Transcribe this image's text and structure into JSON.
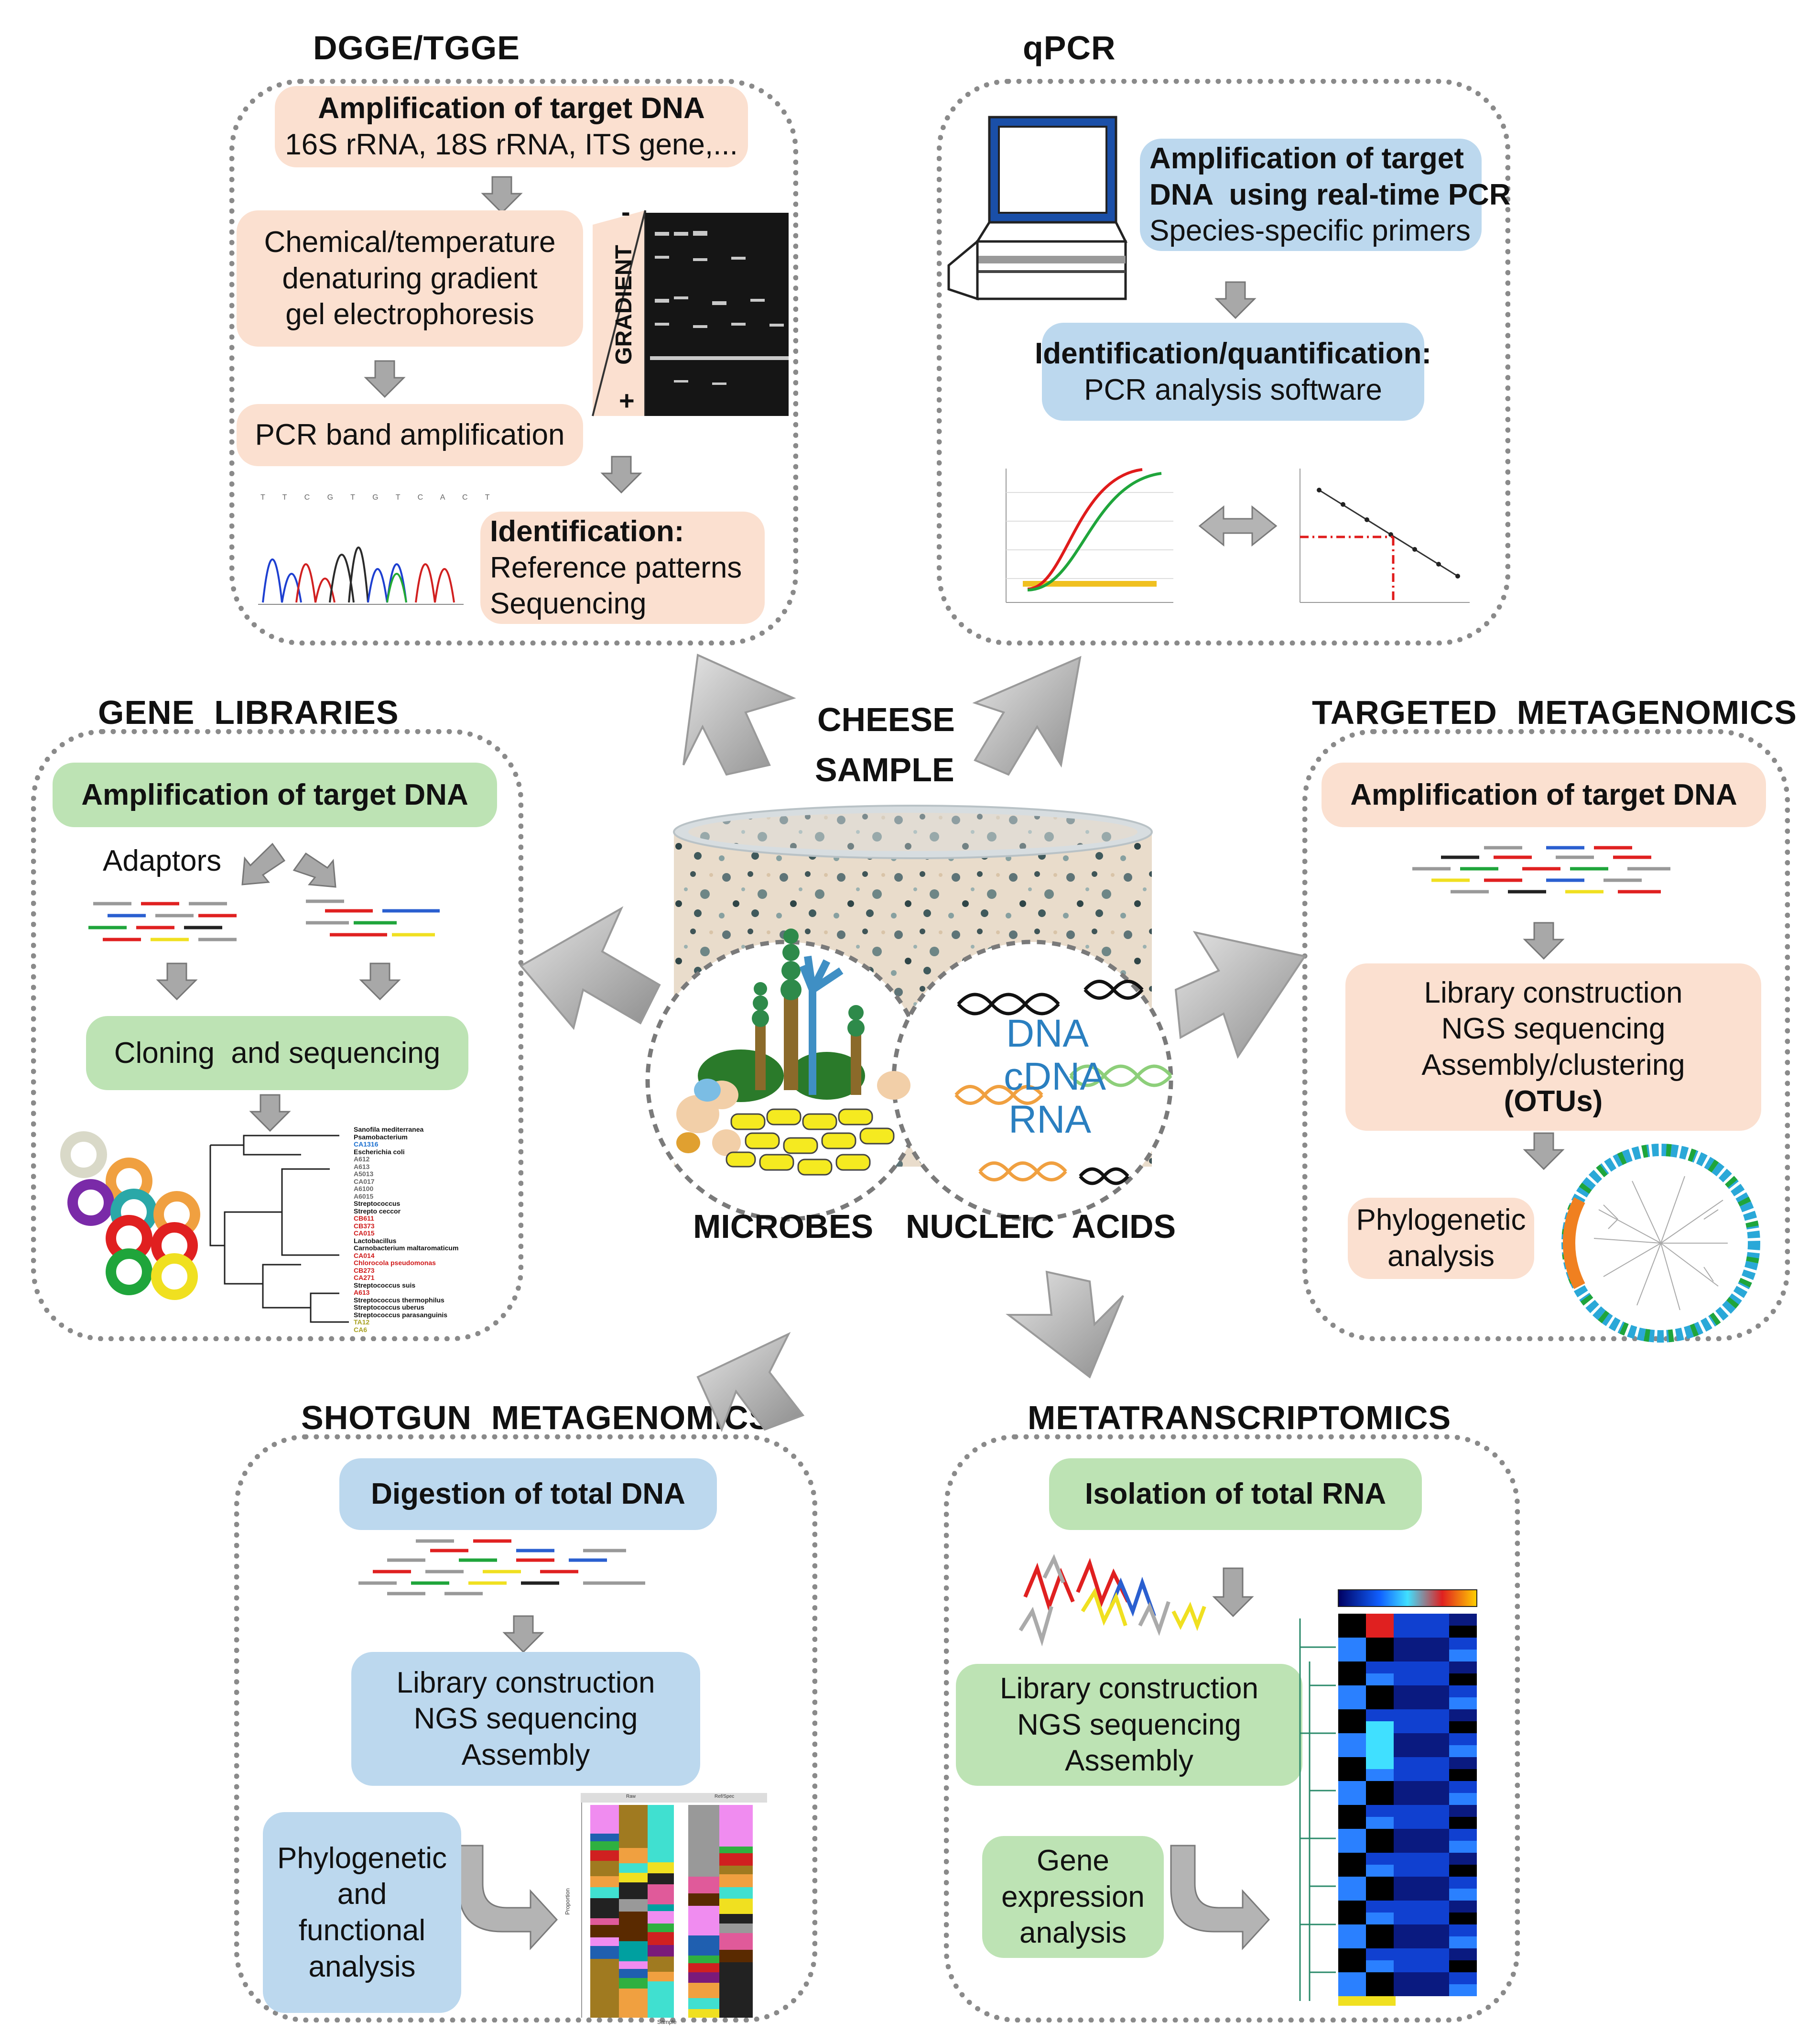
{
  "center": {
    "title_line1": "CHEESE",
    "title_line2": "SAMPLE",
    "microbes": "MICROBES",
    "nucleic_acids": "NUCLEIC  ACIDS",
    "dna": "DNA",
    "cdna": "cDNA",
    "rna": "RNA"
  },
  "dgge": {
    "title": "DGGE/TGGE",
    "amp_bold": "Amplification of target DNA",
    "amp_sub": "16S rRNA, 18S rRNA, ITS gene,...",
    "chem_l1": "Chemical/temperature",
    "chem_l2": "denaturing gradient",
    "chem_l3": "gel electrophoresis",
    "gradient": "GRADIENT",
    "minus": "-",
    "plus": "+",
    "band": "PCR band amplification",
    "seq_letters": "T T C G T G T C A C T",
    "id_bold": "Identification:",
    "id_l2": "Reference patterns",
    "id_l3": "Sequencing"
  },
  "qpcr": {
    "title": "qPCR",
    "amp_l1": "Amplification of target",
    "amp_l2": "DNA  using real-time PCR",
    "amp_l3": "Species-specific primers",
    "id_bold": "Identification/quantification:",
    "id_l2": "PCR analysis software"
  },
  "gene_libraries": {
    "title": "GENE  LIBRARIES",
    "amp": "Amplification of target DNA",
    "adaptors": "Adaptors",
    "cloning": "Cloning  and sequencing",
    "tree_labels": [
      "Sanofila mediterranea",
      "Psamobacterium",
      "CA1316",
      "Escherichia coli",
      "A612",
      "A613",
      "A5013",
      "CA017",
      "A6100",
      "A6015",
      "Streptococcus",
      "Strepto ceccor",
      "CB611",
      "CB373",
      "CA015",
      "Lactobacillus ",
      "Carnobacterium maltaromaticum",
      "CA014",
      "Chlorocola  pseudomonas",
      "CB273",
      "CA271",
      "Streptococcus suis",
      "A613",
      "Streptococcus thermophilus",
      "Streptococcus uberus",
      "Streptococcus parasanguinis",
      "TA12",
      "CA6"
    ]
  },
  "targeted": {
    "title": "TARGETED  METAGENOMICS",
    "amp": "Amplification of target DNA",
    "lib_l1": "Library construction",
    "lib_l2": "NGS sequencing",
    "lib_l3": "Assembly/clustering",
    "lib_l4": "(OTUs)",
    "phylo_l1": "Phylogenetic",
    "phylo_l2": "analysis"
  },
  "shotgun": {
    "title": "SHOTGUN  METAGENOMICS",
    "digest": "Digestion of total DNA",
    "lib_l1": "Library construction",
    "lib_l2": "NGS sequencing",
    "lib_l3": "Assembly",
    "phylo_l1": "Phylogenetic",
    "phylo_l2": "and",
    "phylo_l3": "functional",
    "phylo_l4": "analysis",
    "chart_facets": [
      "Raw",
      "Ref/Spec"
    ],
    "chart_ylabel": "Proportion",
    "chart_xlabel": "Sample"
  },
  "metatranscriptomics": {
    "title": "METATRANSCRIPTOMICS",
    "isolation": "Isolation of total RNA",
    "lib_l1": "Library construction",
    "lib_l2": "NGS sequencing",
    "lib_l3": "Assembly",
    "gene_l1": "Gene",
    "gene_l2": "expression",
    "gene_l3": "analysis"
  },
  "colors": {
    "peach": "#fbe0d0",
    "blue": "#bcd8ee",
    "green": "#bde3b4",
    "arrow_gray": "#b4b4b4",
    "panel_border": "#8a8a8a"
  }
}
